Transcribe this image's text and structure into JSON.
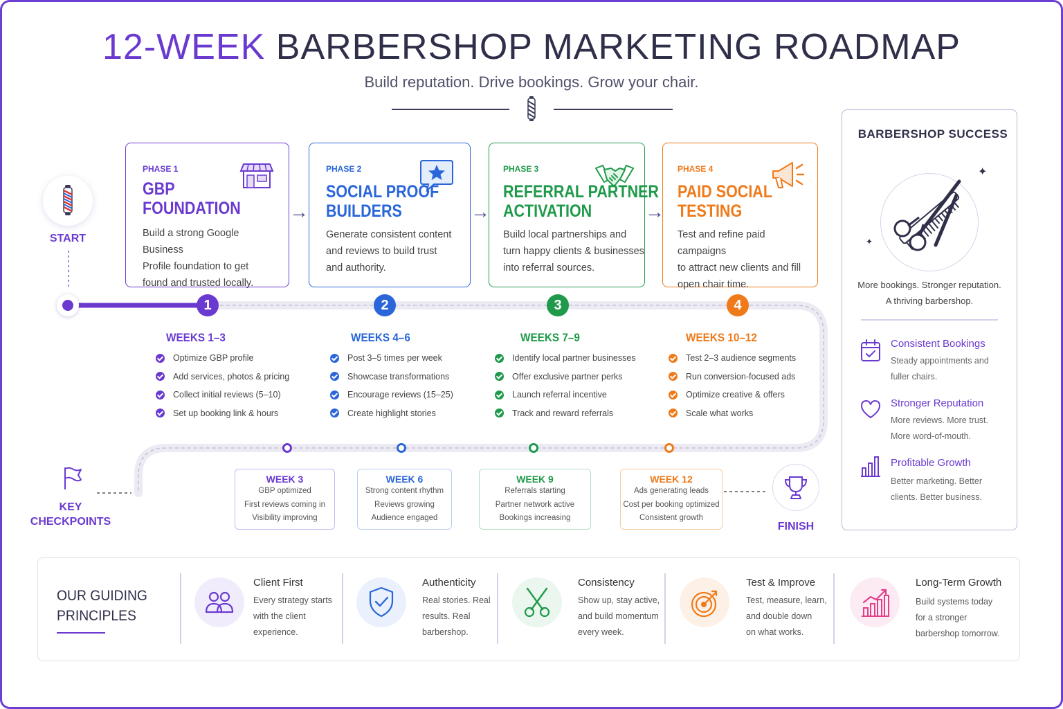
{
  "header": {
    "title_highlight": "12-WEEK",
    "title_rest": " BARBERSHOP MARKETING ROADMAP",
    "subtitle": "Build reputation. Drive bookings. Grow your chair."
  },
  "timeline": {
    "start_label": "START",
    "finish_label": "FINISH",
    "checkpoints_label_1": "KEY",
    "checkpoints_label_2": "CHECKPOINTS"
  },
  "phases": [
    {
      "label": "PHASE 1",
      "title_1": "GBP",
      "title_2": "FOUNDATION",
      "desc": [
        "Build a strong Google Business",
        "Profile foundation to get",
        "found and trusted locally."
      ],
      "icon": "storefront-icon",
      "color": "#6a3ad0",
      "number": "1",
      "weeks": "WEEKS 1–3",
      "tasks": [
        "Optimize GBP profile",
        "Add services, photos & pricing",
        "Collect initial reviews (5–10)",
        "Set up booking link & hours"
      ],
      "checkpoint": {
        "title": "WEEK 3",
        "lines": [
          "GBP optimized",
          "First reviews coming in",
          "Visibility improving"
        ]
      }
    },
    {
      "label": "PHASE 2",
      "title_1": "SOCIAL PROOF",
      "title_2": "BUILDERS",
      "desc": [
        "Generate consistent content",
        "and reviews to build trust",
        "and authority."
      ],
      "icon": "star-chat-icon",
      "color": "#2a66d9",
      "number": "2",
      "weeks": "WEEKS 4–6",
      "tasks": [
        "Post 3–5 times per week",
        "Showcase transformations",
        "Encourage reviews (15–25)",
        "Create highlight stories"
      ],
      "checkpoint": {
        "title": "WEEK 6",
        "lines": [
          "Strong content rhythm",
          "Reviews growing",
          "Audience engaged"
        ]
      }
    },
    {
      "label": "PHASE 3",
      "title_1": "REFERRAL PARTNER",
      "title_2": "ACTIVATION",
      "desc": [
        "Build local partnerships and",
        "turn happy clients & businesses",
        "into referral sources."
      ],
      "icon": "handshake-icon",
      "color": "#1f9a4a",
      "number": "3",
      "weeks": "WEEKS 7–9",
      "tasks": [
        "Identify local partner businesses",
        "Offer exclusive partner perks",
        "Launch referral incentive",
        "Track and reward referrals"
      ],
      "checkpoint": {
        "title": "WEEK 9",
        "lines": [
          "Referrals starting",
          "Partner network active",
          "Bookings increasing"
        ]
      }
    },
    {
      "label": "PHASE 4",
      "title_1": "PAID SOCIAL",
      "title_2": "TESTING",
      "desc": [
        "Test and refine paid campaigns",
        "to attract new clients and fill",
        "open chair time."
      ],
      "icon": "megaphone-icon",
      "color": "#ef7a1a",
      "number": "4",
      "weeks": "WEEKS 10–12",
      "tasks": [
        "Test 2–3 audience segments",
        "Run conversion-focused ads",
        "Optimize creative & offers",
        "Scale what works"
      ],
      "checkpoint": {
        "title": "WEEK 12",
        "lines": [
          "Ads generating leads",
          "Cost per booking optimized",
          "Consistent growth"
        ]
      }
    }
  ],
  "sidebar": {
    "title": "BARBERSHOP SUCCESS",
    "tagline_1": "More bookings. Stronger reputation.",
    "tagline_2": "A thriving barbershop.",
    "benefits": [
      {
        "title": "Consistent Bookings",
        "desc_1": "Steady appointments and",
        "desc_2": "fuller chairs.",
        "icon": "calendar-check-icon"
      },
      {
        "title": "Stronger Reputation",
        "desc_1": "More reviews. More trust.",
        "desc_2": "More word-of-mouth.",
        "icon": "heart-icon"
      },
      {
        "title": "Profitable Growth",
        "desc_1": "Better marketing. Better",
        "desc_2": "clients. Better business.",
        "icon": "bar-chart-icon"
      }
    ]
  },
  "principles": {
    "heading_1": "OUR GUIDING",
    "heading_2": "PRINCIPLES",
    "items": [
      {
        "title": "Client First",
        "lines": [
          "Every strategy starts",
          "with the client",
          "experience."
        ],
        "icon": "people-icon",
        "color": "#6a3ad0",
        "bg": "#f1ecfb"
      },
      {
        "title": "Authenticity",
        "lines": [
          "Real stories. Real",
          "results. Real",
          "barbershop."
        ],
        "icon": "shield-check-icon",
        "color": "#2a66d9",
        "bg": "#ebf1fc"
      },
      {
        "title": "Consistency",
        "lines": [
          "Show up, stay active,",
          "and build momentum",
          "every week."
        ],
        "icon": "scissors-icon",
        "color": "#1f9a4a",
        "bg": "#eaf6ee"
      },
      {
        "title": "Test & Improve",
        "lines": [
          "Test, measure, learn,",
          "and double down",
          "on what works."
        ],
        "icon": "target-icon",
        "color": "#ef7a1a",
        "bg": "#fdf0e6"
      },
      {
        "title": "Long-Term Growth",
        "lines": [
          "Build systems today",
          "for a stronger",
          "barbershop tomorrow."
        ],
        "icon": "growth-chart-icon",
        "color": "#e0408a",
        "bg": "#fcebf3"
      }
    ]
  }
}
